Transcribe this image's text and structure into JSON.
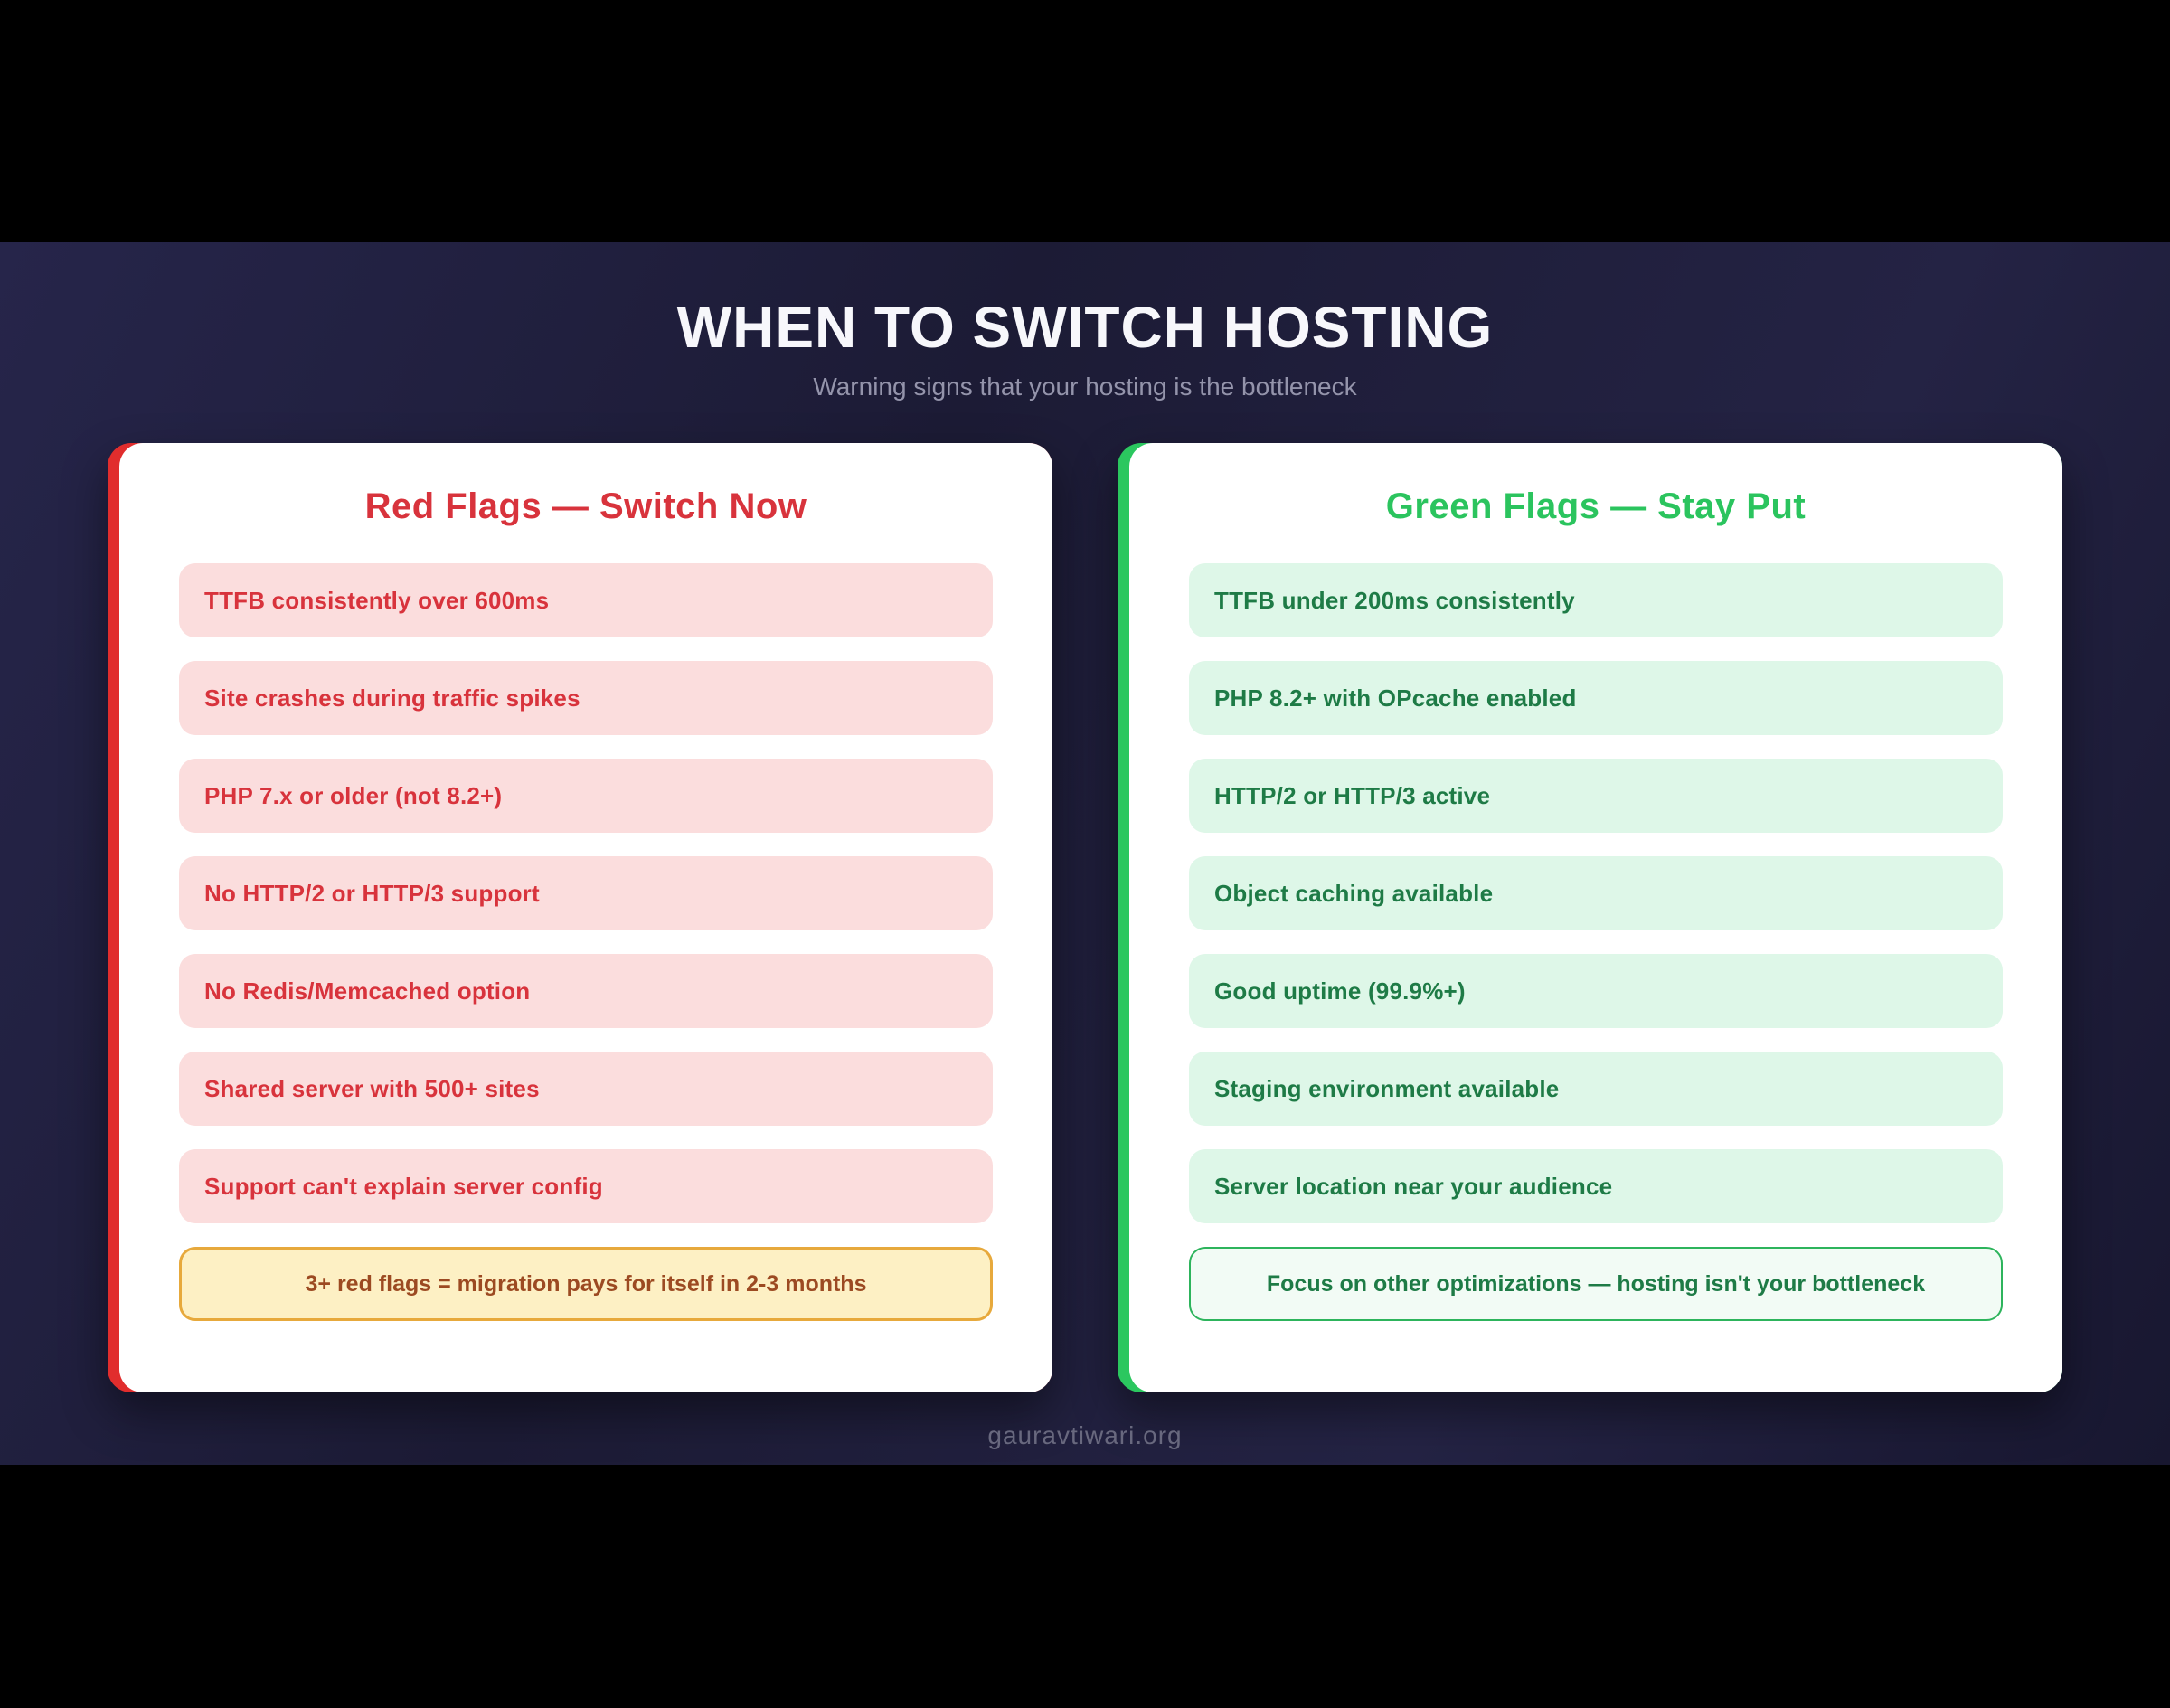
{
  "page": {
    "title": "WHEN TO SWITCH HOSTING",
    "subtitle": "Warning signs that your hosting is the bottleneck",
    "footer": "gauravtiwari.org"
  },
  "colors": {
    "background_navy": "#1c1b35",
    "letterbox": "#000000",
    "red_accent": "#e12d2d",
    "red_text": "#d8333c",
    "red_pill_bg": "#fbdddd",
    "amber_note_bg": "#fdf0c4",
    "amber_note_border": "#e7a93c",
    "amber_note_text": "#9c4a22",
    "green_accent": "#2bc75f",
    "green_title": "#2bc45e",
    "green_text": "#1e7b46",
    "green_pill_bg": "#def7e8",
    "mint_note_bg": "#f2fbf5",
    "mint_note_border": "#2db45c"
  },
  "cards": {
    "red": {
      "title": "Red Flags — Switch Now",
      "items": [
        "TTFB consistently over 600ms",
        "Site crashes during traffic spikes",
        "PHP 7.x or older (not 8.2+)",
        "No HTTP/2 or HTTP/3 support",
        "No Redis/Memcached option",
        "Shared server with 500+ sites",
        "Support can't explain server config"
      ],
      "note": "3+ red flags = migration pays for itself in 2-3 months"
    },
    "green": {
      "title": "Green Flags — Stay Put",
      "items": [
        "TTFB under 200ms consistently",
        "PHP 8.2+ with OPcache enabled",
        "HTTP/2 or HTTP/3 active",
        "Object caching available",
        "Good uptime (99.9%+)",
        "Staging environment available",
        "Server location near your audience"
      ],
      "note": "Focus on other optimizations — hosting isn't your bottleneck"
    }
  }
}
